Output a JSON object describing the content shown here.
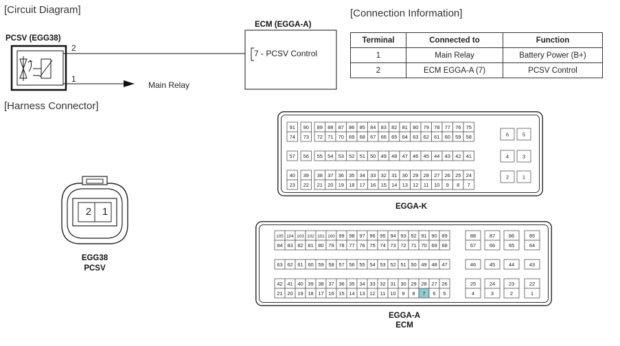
{
  "circuit_header": "[Circuit Diagram]",
  "connection_header": "[Connection Information]",
  "harness_header": "[Harness Connector]",
  "pcsv_label": "PCSV (EGG38)",
  "ecm_label": "ECM (EGGA-A)",
  "ecm_pin_label": "- PCSV Control",
  "ecm_pin_number": "7",
  "wire_top_number": "2",
  "wire_bottom_number": "1",
  "main_relay_label": "Main Relay",
  "connection_table": {
    "headers": [
      "Terminal",
      "Connected to",
      "Function"
    ],
    "rows": [
      [
        "1",
        "Main Relay",
        "Battery Power (B+)"
      ],
      [
        "2",
        "ECM EGGA-A (7)",
        "PCSV Control"
      ]
    ]
  },
  "pcsv_connector": {
    "pins": [
      "2",
      "1"
    ],
    "caption_line1": "EGG38",
    "caption_line2": "PCSV"
  },
  "eggak": {
    "caption": "EGGA-K",
    "left_rows": [
      [
        "91",
        "90",
        "89",
        "88",
        "87",
        "86",
        "85",
        "84",
        "83",
        "82",
        "81",
        "80",
        "79",
        "78",
        "77",
        "76",
        "75"
      ],
      [
        "74",
        "73",
        "72",
        "71",
        "70",
        "69",
        "68",
        "67",
        "66",
        "65",
        "64",
        "63",
        "62",
        "61",
        "60",
        "59",
        "58"
      ],
      [
        "57",
        "56",
        "55",
        "54",
        "53",
        "52",
        "51",
        "50",
        "49",
        "48",
        "47",
        "46",
        "45",
        "44",
        "43",
        "42",
        "41"
      ],
      [
        "40",
        "39",
        "38",
        "37",
        "36",
        "35",
        "34",
        "33",
        "32",
        "31",
        "30",
        "29",
        "28",
        "27",
        "26",
        "25",
        "24"
      ],
      [
        "23",
        "22",
        "21",
        "20",
        "19",
        "18",
        "17",
        "16",
        "15",
        "14",
        "13",
        "12",
        "11",
        "10",
        "9",
        "8",
        "7"
      ]
    ],
    "right_rows": [
      [
        "6",
        "5"
      ],
      [
        "4",
        "3"
      ],
      [
        "2",
        "1"
      ]
    ]
  },
  "eggaa": {
    "caption_line1": "EGGA-A",
    "caption_line2": "ECM",
    "highlight_pin": "7",
    "highlight_color": "#8ecbd4",
    "left_rows": [
      [
        "105",
        "104",
        "103",
        "102",
        "101",
        "100",
        "99",
        "98",
        "97",
        "96",
        "95",
        "94",
        "93",
        "92",
        "91",
        "90",
        "89"
      ],
      [
        "84",
        "83",
        "82",
        "81",
        "80",
        "79",
        "78",
        "77",
        "76",
        "75",
        "74",
        "73",
        "72",
        "71",
        "70",
        "69",
        "68"
      ],
      [
        "63",
        "62",
        "61",
        "60",
        "59",
        "58",
        "57",
        "56",
        "55",
        "54",
        "53",
        "52",
        "51",
        "50",
        "49",
        "48",
        "47"
      ],
      [
        "42",
        "41",
        "40",
        "39",
        "38",
        "37",
        "36",
        "35",
        "34",
        "33",
        "32",
        "31",
        "30",
        "29",
        "28",
        "27",
        "26"
      ],
      [
        "21",
        "20",
        "19",
        "18",
        "17",
        "16",
        "15",
        "14",
        "13",
        "12",
        "11",
        "10",
        "9",
        "8",
        "7",
        "6",
        "5"
      ]
    ],
    "right_rows": [
      [
        "88",
        "87",
        "86",
        "85"
      ],
      [
        "67",
        "66",
        "65",
        "64"
      ],
      [
        "46",
        "45",
        "44",
        "43"
      ],
      [
        "25",
        "24",
        "23",
        "22"
      ],
      [
        "4",
        "3",
        "2",
        "1"
      ]
    ]
  }
}
